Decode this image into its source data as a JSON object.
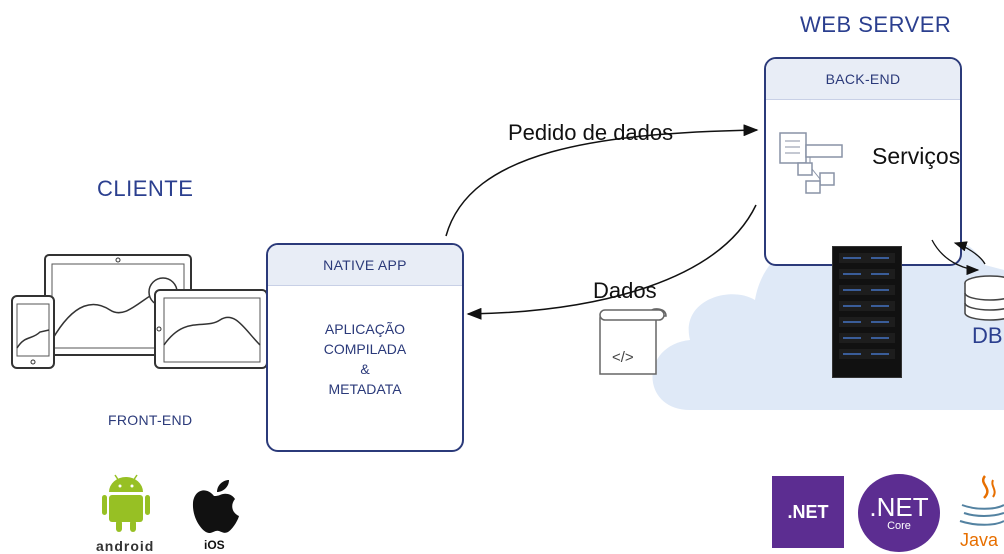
{
  "cliente": {
    "title": "CLIENTE",
    "front_end": "FRONT-END"
  },
  "web_server": {
    "title": "WEB SERVER"
  },
  "native_app": {
    "header": "NATIVE APP",
    "lines": [
      "APLICAÇÃO",
      "COMPILADA",
      "&",
      "METADATA"
    ]
  },
  "back_end": {
    "header": "BACK-END",
    "servicos": "Serviços"
  },
  "arrows": {
    "pedido": "Pedido de dados",
    "dados": "Dados"
  },
  "db": {
    "label": "DB"
  },
  "logos": {
    "android": "android",
    "ios": "iOS",
    "net": ".NET",
    "net_core_top": ".NET",
    "net_core_bottom": "Core",
    "java": "Java"
  },
  "icons": [
    "devices-icon",
    "code-document-icon",
    "services-icon",
    "server-rack-icon",
    "database-icon",
    "android-icon",
    "apple-icon",
    "dotnet-icon",
    "dotnet-core-icon",
    "java-icon"
  ],
  "colors": {
    "accent": "#2b3f8f",
    "cloud": "#dfe9f7",
    "net_purple": "#5c2d91",
    "java_orange": "#e76f00"
  }
}
